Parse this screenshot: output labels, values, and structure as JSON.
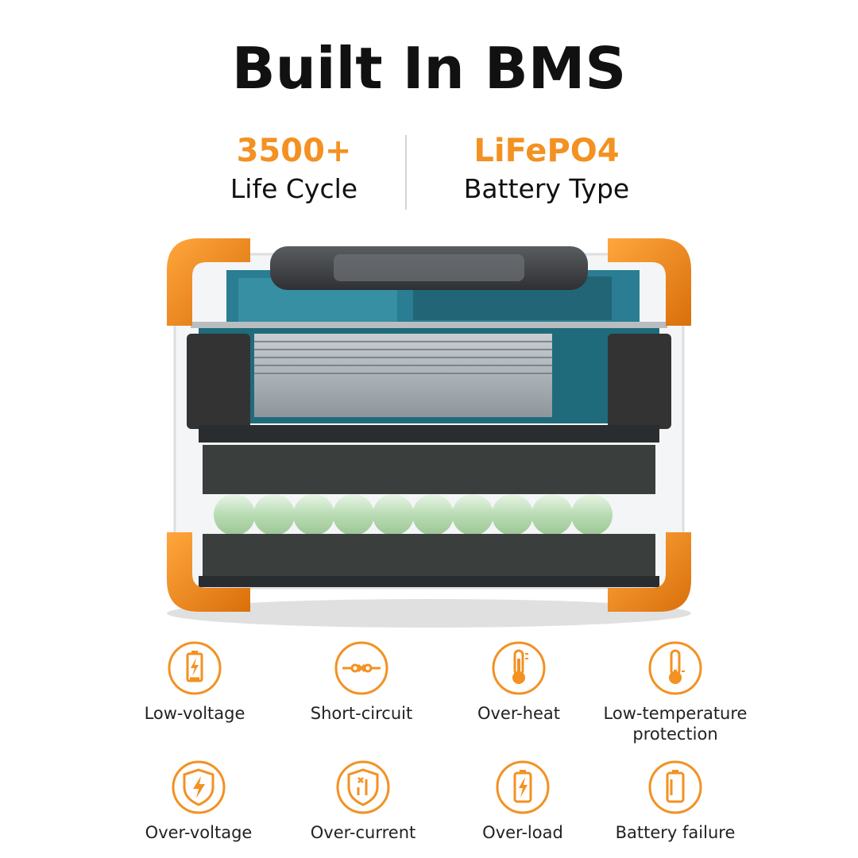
{
  "title": "Built In BMS",
  "accent_color": "#f39122",
  "stats": [
    {
      "value": "3500+",
      "label": "Life Cycle"
    },
    {
      "value": "LiFePO4",
      "label": "Battery Type"
    }
  ],
  "features": [
    {
      "label": "Low-voltage",
      "icon": "battery-low-icon"
    },
    {
      "label": "Short-circuit",
      "icon": "short-circuit-icon"
    },
    {
      "label": "Over-heat",
      "icon": "thermometer-hot-icon"
    },
    {
      "label_line1": "Low-temperature",
      "label_line2": "protection",
      "icon": "thermometer-cold-icon"
    },
    {
      "label": "Over-voltage",
      "icon": "shield-bolt-icon"
    },
    {
      "label": "Over-current",
      "icon": "shield-current-icon"
    },
    {
      "label": "Over-load",
      "icon": "battery-bolt-icon"
    },
    {
      "label": "Battery failure",
      "icon": "battery-failure-icon"
    }
  ]
}
